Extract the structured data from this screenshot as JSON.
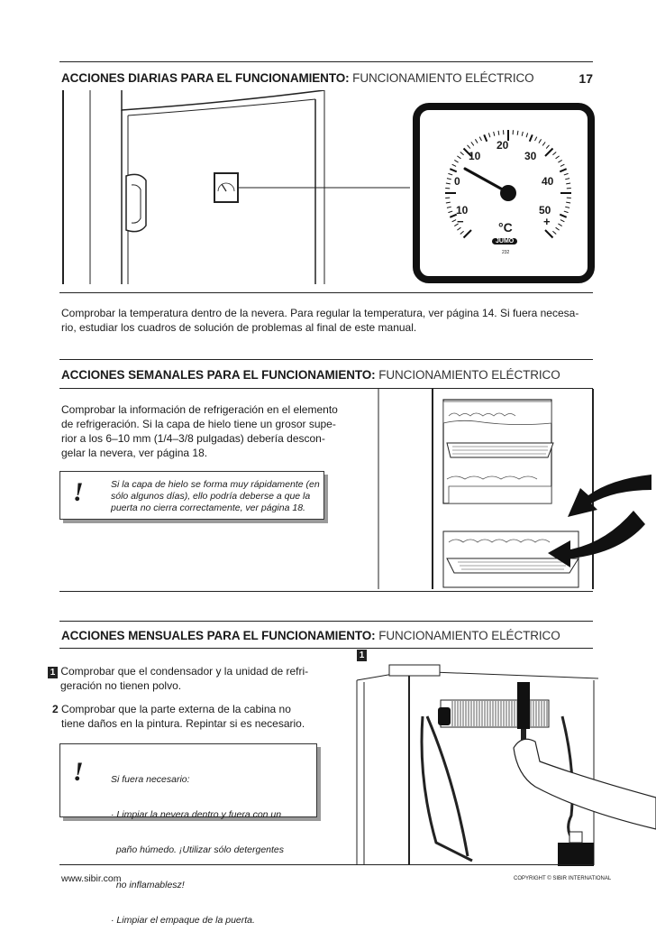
{
  "page_number": "17",
  "daily": {
    "heading_bold": "ACCIONES DIARIAS PARA EL FUNCIONAMIENTO:",
    "heading_light": " FUNCIONAMIENTO ELÉCTRICO",
    "text_lines": [
      "Comprobar la temperatura dentro de la nevera. Para regular la temperatura, ver página 14. Si fuera necesa-",
      "rio, estudiar los cuadros de solución de problemas al final de este manual."
    ],
    "thermometer": {
      "scale": [
        "10",
        "0",
        "10",
        "20",
        "30",
        "40",
        "50"
      ],
      "minus": "−",
      "plus": "+",
      "unit": "°C",
      "brand": "JUMO",
      "model": "232"
    }
  },
  "weekly": {
    "heading_bold": "ACCIONES SEMANALES PARA EL FUNCIONAMIENTO:",
    "heading_light": " FUNCIONAMIENTO ELÉCTRICO",
    "text_lines": [
      "Comprobar la información de refrigeración en el elemento",
      "de refrigeración. Si la capa de hielo tiene un grosor supe-",
      "rior a los 6–10 mm (1/4–3/8 pulgadas) debería descon-",
      "gelar la nevera, ver página 18."
    ],
    "note_symbol": "!",
    "note_lines": [
      "Si la capa de hielo se forma muy rápidamente (en",
      "sólo algunos días), ello podría deberse a que la",
      "puerta no cierra correctamente, ver página 18."
    ]
  },
  "monthly": {
    "heading_bold": "ACCIONES MENSUALES PARA EL FUNCIONAMIENTO:",
    "heading_light": " FUNCIONAMIENTO ELÉCTRICO",
    "figure_label": "1",
    "item1_num": "1",
    "item1_lines": [
      "Comprobar que el condensador y la unidad de refri-",
      "geración no tienen polvo."
    ],
    "item2_num": "2",
    "item2_lines": [
      "Comprobar que la parte externa de la cabina no",
      "tiene daños en la pintura. Repintar si es necesario."
    ],
    "note_symbol": "!",
    "note_lines": [
      "Si fuera necesario:",
      "· Limpiar la nevera dentro y fuera con un",
      "  paño húmedo. ¡Utilizar sólo detergentes",
      "  no inflamablesz!",
      "· Limpiar el empaque de la puerta."
    ]
  },
  "footer": {
    "website": "www.sibir.com",
    "copyright": "COPYRIGHT © SIBIR INTERNATIONAL"
  }
}
